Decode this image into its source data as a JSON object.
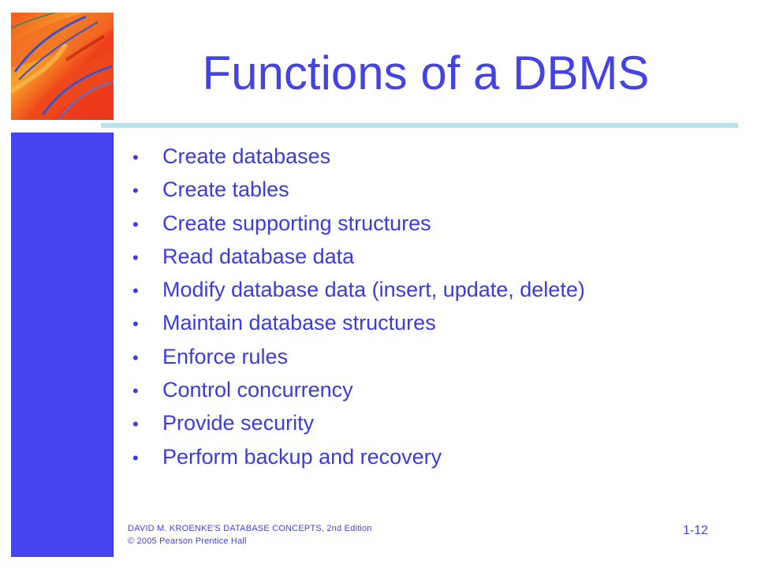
{
  "slide": {
    "title": "Functions of a DBMS",
    "bullets": [
      "Create databases",
      "Create tables",
      "Create supporting structures",
      "Read database data",
      "Modify database data (insert, update, delete)",
      "Maintain database structures",
      "Enforce rules",
      "Control concurrency",
      "Provide security",
      "Perform backup and recovery"
    ],
    "bullet_symbol": "•"
  },
  "footer": {
    "line1": "DAVID M. KROENKE'S DATABASE CONCEPTS, 2nd Edition",
    "line2": "© 2005 Pearson Prentice Hall",
    "page_number": "1-12"
  },
  "colors": {
    "title_text": "#4343e8",
    "bullet_text": "#3a3ae6",
    "side_panel": "#4545f0",
    "top_rule": "#b7e4ea",
    "corner_art_primary": "#f04a1e",
    "corner_art_highlight": "#f7a12a",
    "corner_art_strokes": "#3b53c9"
  },
  "icons": {
    "corner_art": "abstract-orange-painting-icon",
    "bullet": "bullet-dot-icon"
  }
}
